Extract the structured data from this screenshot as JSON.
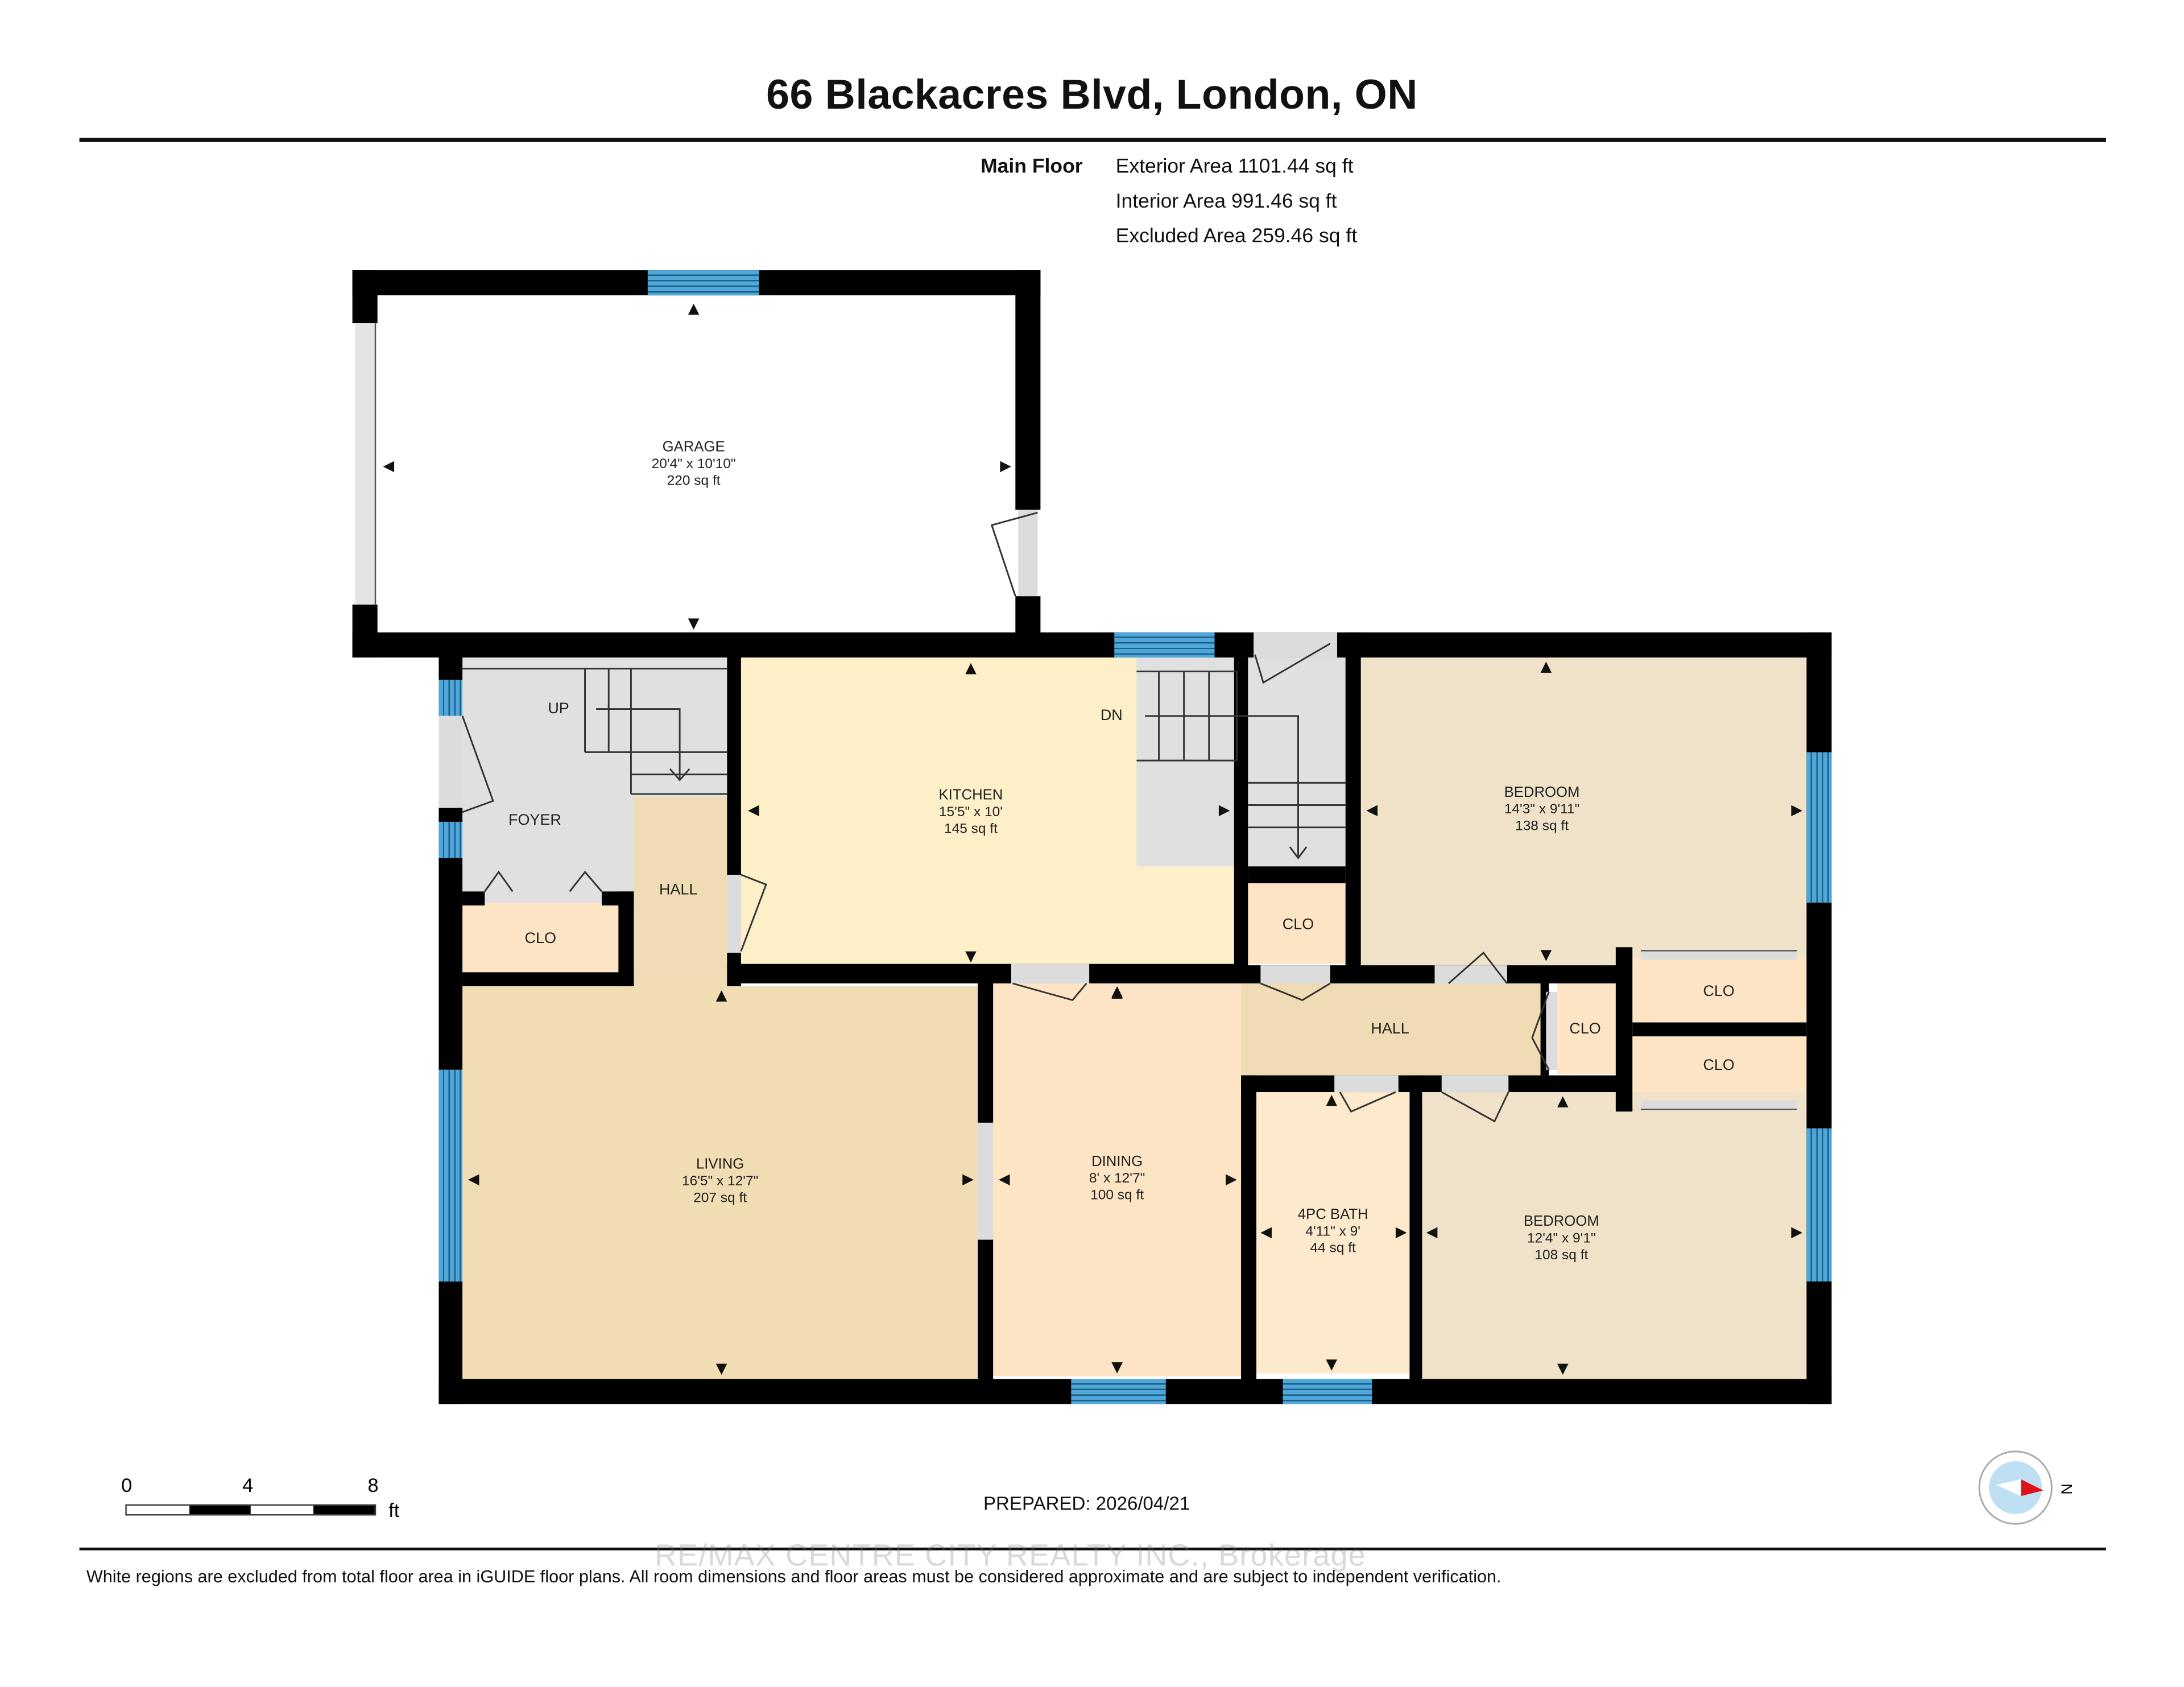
{
  "header": {
    "title": "66 Blackacres Blvd, London, ON"
  },
  "area_summary": {
    "floor_label": "Main Floor",
    "exterior": "Exterior Area 1101.44 sq ft",
    "interior": "Interior Area 991.46 sq ft",
    "excluded": "Excluded Area 259.46 sq ft"
  },
  "rooms": [
    {
      "name": "GARAGE",
      "dims": "20'4\" x 10'10\"",
      "area": "220 sq ft",
      "color": "#ffffff"
    },
    {
      "name": "KITCHEN",
      "dims": "15'5\" x 10'",
      "area": "145 sq ft",
      "color": "#fdf0c8"
    },
    {
      "name": "BEDROOM",
      "dims": "14'3\" x 9'11\"",
      "area": "138 sq ft",
      "color": "#f0e2c8"
    },
    {
      "name": "LIVING",
      "dims": "16'5\" x 12'7\"",
      "area": "207 sq ft",
      "color": "#f1ddb4"
    },
    {
      "name": "DINING",
      "dims": "8' x 12'7\"",
      "area": "100 sq ft",
      "color": "#fde4c4"
    },
    {
      "name": "4PC BATH",
      "dims": "4'11\" x 9'",
      "area": "44 sq ft",
      "color": "#fde9cc"
    },
    {
      "name": "BEDROOM",
      "dims": "12'4\" x 9'1\"",
      "area": "108 sq ft",
      "color": "#f0e2c8"
    }
  ],
  "small_labels": {
    "foyer": "FOYER",
    "up": "UP",
    "dn": "DN",
    "hall_left": "HALL",
    "hall_right": "HALL",
    "clo_foyer": "CLO",
    "clo_stair": "CLO",
    "clo_hall": "CLO",
    "clo_bed1": "CLO",
    "clo_bed2": "CLO"
  },
  "colors": {
    "wall": "#000000",
    "window": "#4ea7d8",
    "excluded": "#e0e0e0",
    "hall": "#f0dcb4",
    "closet": "#fde4c4",
    "compass_ring": "#bfe0f2",
    "compass_needle": "#e0101a"
  },
  "scale_bar": {
    "ticks": [
      "0",
      "4",
      "8"
    ],
    "unit": "ft"
  },
  "prepared": "PREPARED: 2026/04/21",
  "compass": {
    "label": "N"
  },
  "watermark": "RE/MAX CENTRE CITY REALTY INC., Brokerage",
  "footnote": "White regions are excluded from total floor area in iGUIDE floor plans. All room dimensions and floor areas must be considered approximate and are subject to independent verification."
}
